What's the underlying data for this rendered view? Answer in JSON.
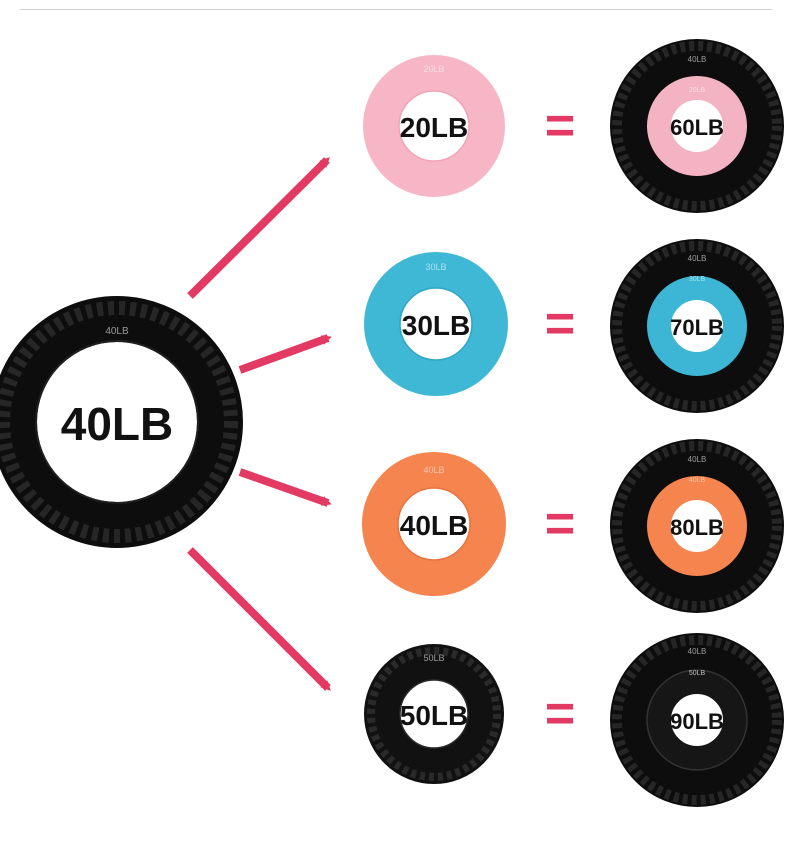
{
  "main_ring": {
    "label": "40LB",
    "emboss": "40LB"
  },
  "rows": [
    {
      "ring": {
        "label": "20LB",
        "emboss": "20LB",
        "color": "#f6b6c6",
        "tread": false
      },
      "equals": "=",
      "combo": {
        "label": "60LB",
        "outer_emboss": "40LB",
        "inner_emboss": "20LB",
        "inner_color": "#f4b3c2",
        "inner_tread": false
      }
    },
    {
      "ring": {
        "label": "30LB",
        "emboss": "30LB",
        "color": "#3fb8d6",
        "tread": false
      },
      "equals": "=",
      "combo": {
        "label": "70LB",
        "outer_emboss": "40LB",
        "inner_emboss": "30LB",
        "inner_color": "#3cb6d4",
        "inner_tread": false
      }
    },
    {
      "ring": {
        "label": "40LB",
        "emboss": "40LB",
        "color": "#f5844f",
        "tread": false
      },
      "equals": "=",
      "combo": {
        "label": "80LB",
        "outer_emboss": "40LB",
        "inner_emboss": "40LB",
        "inner_color": "#f5844f",
        "inner_tread": false
      }
    },
    {
      "ring": {
        "label": "50LB",
        "emboss": "50LB",
        "color": "#111111",
        "tread": true
      },
      "equals": "=",
      "combo": {
        "label": "90LB",
        "outer_emboss": "40LB",
        "inner_emboss": "50LB",
        "inner_color": "#161616",
        "inner_tread": true
      }
    }
  ],
  "colors": {
    "arrow": "#e23a63",
    "equals": "#e23a63",
    "tire": "#0d0d0d",
    "label": "#111111"
  }
}
